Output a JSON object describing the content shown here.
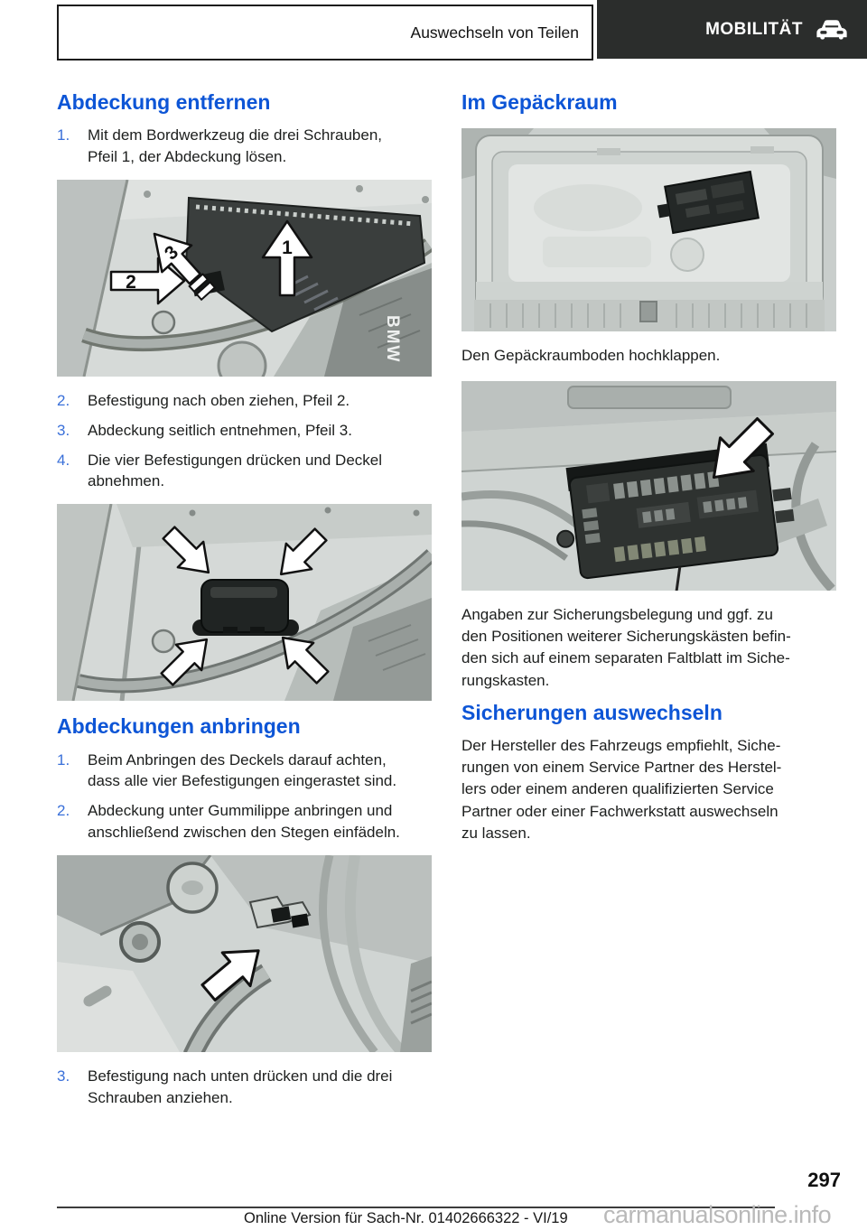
{
  "header": {
    "breadcrumb": "Auswechseln von Teilen",
    "tab_label": "MOBILITÄT"
  },
  "left": {
    "remove_title": "Abdeckung entfernen",
    "remove_steps": [
      {
        "num": "1.",
        "text": "Mit dem Bordwerkzeug die drei Schrauben,\nPfeil 1, der Abdeckung lösen."
      },
      {
        "num": "2.",
        "text": "Befestigung nach oben ziehen, Pfeil 2."
      },
      {
        "num": "3.",
        "text": "Abdeckung seitlich entnehmen, Pfeil 3."
      },
      {
        "num": "4.",
        "text": "Die vier Befestigungen drücken und Deckel\nabnehmen."
      }
    ],
    "attach_title": "Abdeckungen anbringen",
    "attach_steps": [
      {
        "num": "1.",
        "text": "Beim Anbringen des Deckels darauf achten,\ndass alle vier Befestigungen eingerastet sind."
      },
      {
        "num": "2.",
        "text": "Abdeckung unter Gummilippe anbringen und\nanschließend zwischen den Stegen einfädeln."
      },
      {
        "num": "3.",
        "text": "Befestigung nach unten drücken und die drei\nSchrauben anziehen."
      }
    ]
  },
  "right": {
    "luggage_title": "Im Gepäckraum",
    "luggage_caption": "Den Gepäckraumboden hochklappen.",
    "fuse_info": "Angaben zur Sicherungsbelegung und ggf. zu\nden Positionen weiterer Sicherungskästen befin-\nden sich auf einem separaten Faltblatt im Siche-\nrungskasten.",
    "replace_title": "Sicherungen auswechseln",
    "replace_text": "Der Hersteller des Fahrzeugs empfiehlt, Siche-\nrungen von einem Service Partner des Herstel-\nlers oder einem anderen qualifizierten Service\nPartner oder einer Fachwerkstatt auswechseln\nzu lassen."
  },
  "figures": {
    "engine_cover": {
      "arrow1": "1",
      "arrow2": "2",
      "arrow3": "3",
      "engine_label": "BMW"
    }
  },
  "footer": {
    "page_number": "297",
    "version_line": "Online Version für Sach-Nr. 01402666322 - VI/19",
    "watermark": "carmanualsonline.info"
  },
  "colors": {
    "heading_blue": "#0d55d6",
    "list_number_blue": "#3a70d9",
    "tab_background": "#2b2d2c",
    "watermark_gray": "#b9b9b9"
  }
}
